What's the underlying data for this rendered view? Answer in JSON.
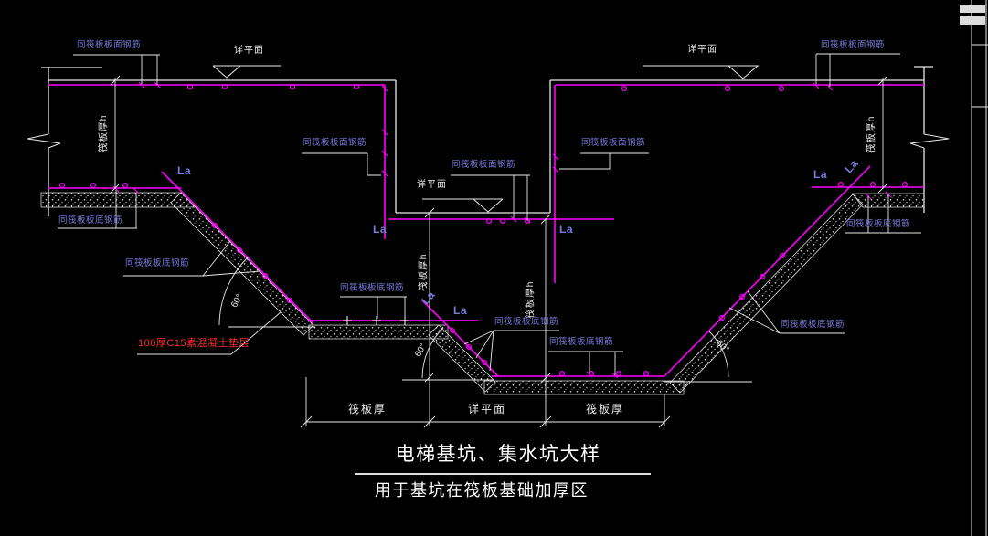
{
  "app": {
    "type": "cad-drawing-viewer",
    "background": "#000000"
  },
  "colors": {
    "structure_line": "#e8e8e8",
    "rebar_magenta": "#ff00ff",
    "label_blue": "#7b7be0",
    "note_red": "#ff2b2b",
    "text_white": "#ffffff"
  },
  "labels": {
    "rebar_top": "同筏板板面钢筋",
    "rebar_bottom": "同筏板板底钢筋",
    "see_plan": "详平面",
    "raft_thickness_h": "筏板厚h",
    "angle_60": "60°",
    "anchorage_la": "La",
    "cushion_note": "100厚C15素混凝土垫层"
  },
  "dimensions": {
    "vertical_label": "筏板厚h",
    "bottom_segments": [
      "筏板厚",
      "详平面",
      "筏板厚"
    ],
    "slope_angle": "60°"
  },
  "title": {
    "line1": "电梯基坑、集水坑大样",
    "line2": "用于基坑在筏板基础加厚区"
  }
}
